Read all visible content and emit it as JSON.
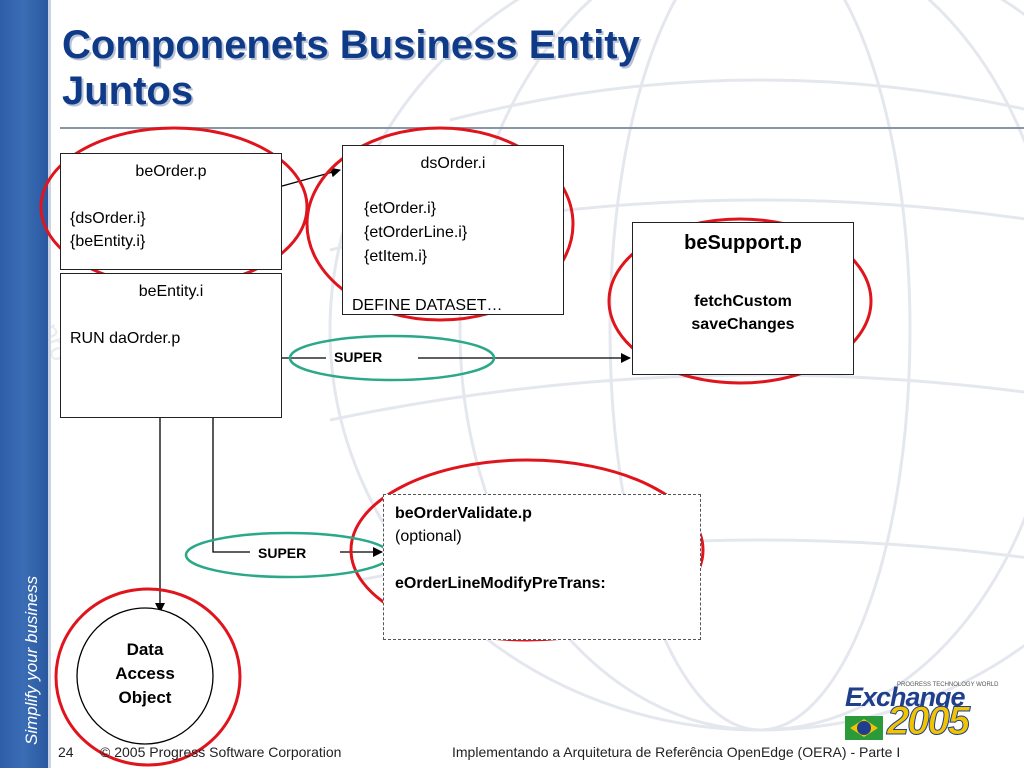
{
  "slide": {
    "title_line1": "Componenets Business Entity",
    "title_line2": "Juntos",
    "tagline": "Simplify your business",
    "page_number": "24",
    "copyright": "© 2005 Progress Software Corporation",
    "caption": "Implementando a Arquitetura de Referência OpenEdge (OERA) - Parte I"
  },
  "logo": {
    "word": "Exchange",
    "year": "2005",
    "small_text": "PROGRESS TECHNOLOGY WORLD"
  },
  "colors": {
    "title": "#0f3a87",
    "sidebar": "#2f5ea8",
    "highlight_red": "#e0141c",
    "highlight_teal": "#2aa889"
  },
  "beOrder": {
    "name": "beOrder.p",
    "line1": "{dsOrder.i}",
    "line2": "{beEntity.i}"
  },
  "dsOrder": {
    "name": "dsOrder.i",
    "line1": "{etOrder.i}",
    "line2": "{etOrderLine.i}",
    "line3": "{etItem.i}",
    "line4": "DEFINE DATASET",
    "line4_ellipsis": "…"
  },
  "beEntity": {
    "name": "beEntity.i",
    "line1": "RUN daOrder.p"
  },
  "beSupport": {
    "name": "beSupport.p",
    "line1": "fetchCustom",
    "line2": "saveChanges"
  },
  "beOrderValidate": {
    "name": "beOrderValidate.p",
    "note": "(optional)",
    "line1": "eOrderLineModifyPreTrans:"
  },
  "super_label": "SUPER",
  "dao": {
    "line1": "Data",
    "line2": "Access",
    "line3": "Object"
  }
}
